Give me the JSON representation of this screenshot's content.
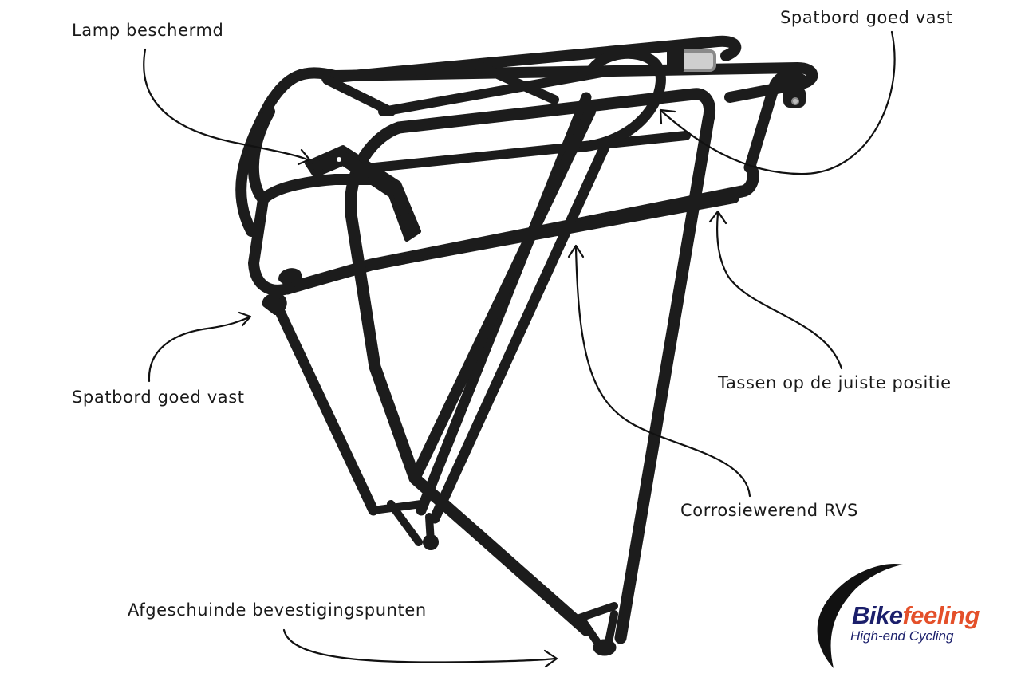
{
  "callouts": {
    "lamp": "Lamp beschermd",
    "spatbord_top": "Spatbord goed vast",
    "spatbord_left": "Spatbord goed vast",
    "tassen": "Tassen op de juiste positie",
    "corrosie": "Corrosiewerend RVS",
    "afgeschuinde": "Afgeschuinde bevestigingspunten"
  },
  "brand": {
    "name_part1": "Bike",
    "name_part2": "feeling",
    "tagline": "High-end Cycling",
    "color_primary": "#1b1f6b",
    "color_accent": "#e4502a"
  },
  "product": {
    "illustration": "rear-bike-rack",
    "frame_color": "#1c1c1c"
  }
}
